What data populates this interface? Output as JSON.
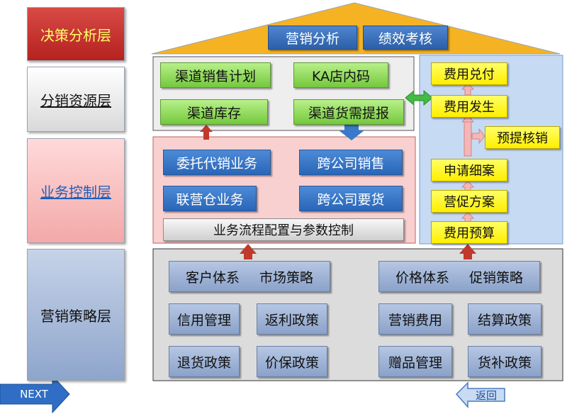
{
  "layers": {
    "decision": "决策分析层",
    "distribution": "分销资源层",
    "business": "业务控制层",
    "strategy": "营销策略层"
  },
  "roof": {
    "marketing_analysis": "营销分析",
    "performance_review": "绩效考核"
  },
  "distribution_panel": {
    "channel_sales_plan": "渠道销售计划",
    "ka_store_code": "KA店内码",
    "channel_inventory": "渠道库存",
    "channel_demand": "渠道货需提报"
  },
  "business_panel": {
    "consignment": "委托代销业务",
    "cross_company_sales": "跨公司销售",
    "joint_warehouse": "联营仓业务",
    "cross_company_request": "跨公司要货",
    "process_config": "业务流程配置与参数控制"
  },
  "expense_panel": {
    "expense_payment": "费用兑付",
    "expense_occurrence": "费用发生",
    "accrual_verify": "预提核销",
    "application_detail": "申请细案",
    "promotion_plan": "营促方案",
    "expense_budget": "费用预算"
  },
  "strategy_panel": {
    "customer_system": "客户体系",
    "market_strategy": "市场策略",
    "price_system": "价格体系",
    "promotion_strategy": "促销策略",
    "credit_management": "信用管理",
    "rebate_policy": "返利政策",
    "marketing_expense": "营销费用",
    "settlement_policy": "结算政策",
    "return_policy": "退货政策",
    "price_protection_policy": "价保政策",
    "gift_management": "赠品管理",
    "compensation_policy": "货补政策"
  },
  "nav": {
    "next": "NEXT",
    "back": "返回"
  },
  "colors": {
    "roof_fill": "#f5b324",
    "arrow_red": "#c0392b",
    "arrow_blue": "#3a78c9",
    "arrow_green": "#44bb44",
    "arrow_pink": "#f4b6b6",
    "nav_blue": "#2f6ec4"
  }
}
